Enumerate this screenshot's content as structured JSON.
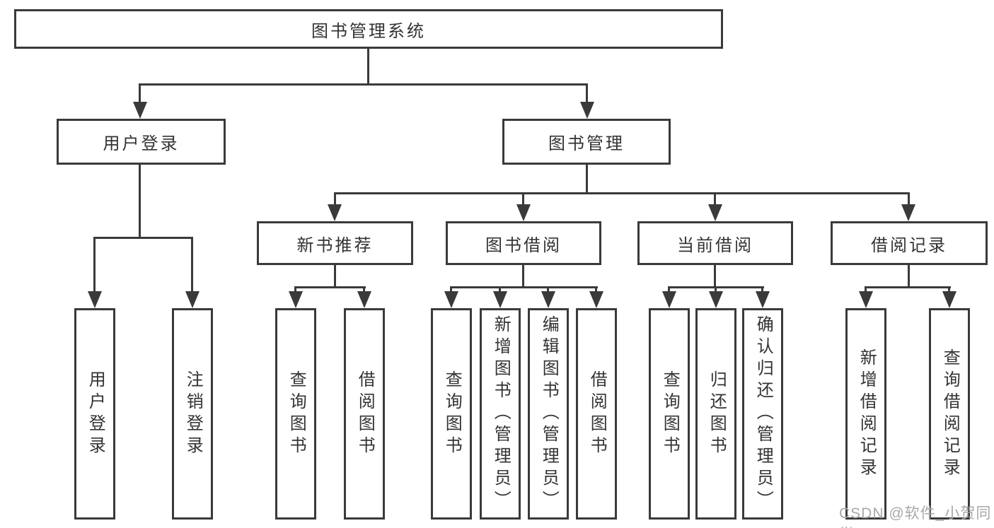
{
  "tree": {
    "label": "图书管理系统",
    "children": [
      {
        "label": "用户登录",
        "children": [
          {
            "label": "用户登录"
          },
          {
            "label": "注销登录"
          }
        ]
      },
      {
        "label": "图书管理",
        "children": [
          {
            "label": "新书推荐",
            "children": [
              {
                "label": "查询图书"
              },
              {
                "label": "借阅图书"
              }
            ]
          },
          {
            "label": "图书借阅",
            "children": [
              {
                "label": "查询图书"
              },
              {
                "label": "新增图书（管理员）"
              },
              {
                "label": "编辑图书（管理员）"
              },
              {
                "label": "借阅图书"
              }
            ]
          },
          {
            "label": "当前借阅",
            "children": [
              {
                "label": "查询图书"
              },
              {
                "label": "归还图书"
              },
              {
                "label": "确认归还（管理员）"
              }
            ]
          },
          {
            "label": "借阅记录",
            "children": [
              {
                "label": "新增借阅记录"
              },
              {
                "label": "查询借阅记录"
              }
            ]
          }
        ]
      }
    ]
  },
  "watermark": "CSDN @软件_小贺同学",
  "colors": {
    "line": "#3a3a3a",
    "text": "#333333",
    "watermark": "#a8a8a8",
    "background": "#ffffff"
  }
}
